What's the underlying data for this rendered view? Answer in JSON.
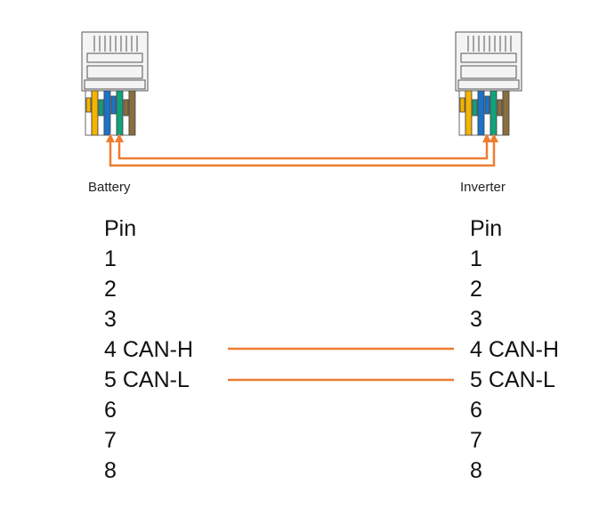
{
  "left_device": {
    "label": "Battery",
    "pin_header": "Pin",
    "pins": [
      "1",
      "2",
      "3",
      "4 CAN-H",
      "5 CAN-L",
      "6",
      "7",
      "8"
    ]
  },
  "right_device": {
    "label": "Inverter",
    "pin_header": "Pin",
    "pins": [
      "1",
      "2",
      "3",
      "4 CAN-H",
      "5 CAN-L",
      "6",
      "7",
      "8"
    ]
  },
  "colors": {
    "wire": "#ed7d31",
    "connector_outline": "#555555",
    "wire_orange": "#f5b400",
    "wire_green": "#0fa37b",
    "wire_blue": "#1a73c9",
    "wire_brown": "#8a6e3f"
  },
  "connections": [
    {
      "from": "4 CAN-H",
      "to": "4 CAN-H"
    },
    {
      "from": "5 CAN-L",
      "to": "5 CAN-L"
    }
  ]
}
